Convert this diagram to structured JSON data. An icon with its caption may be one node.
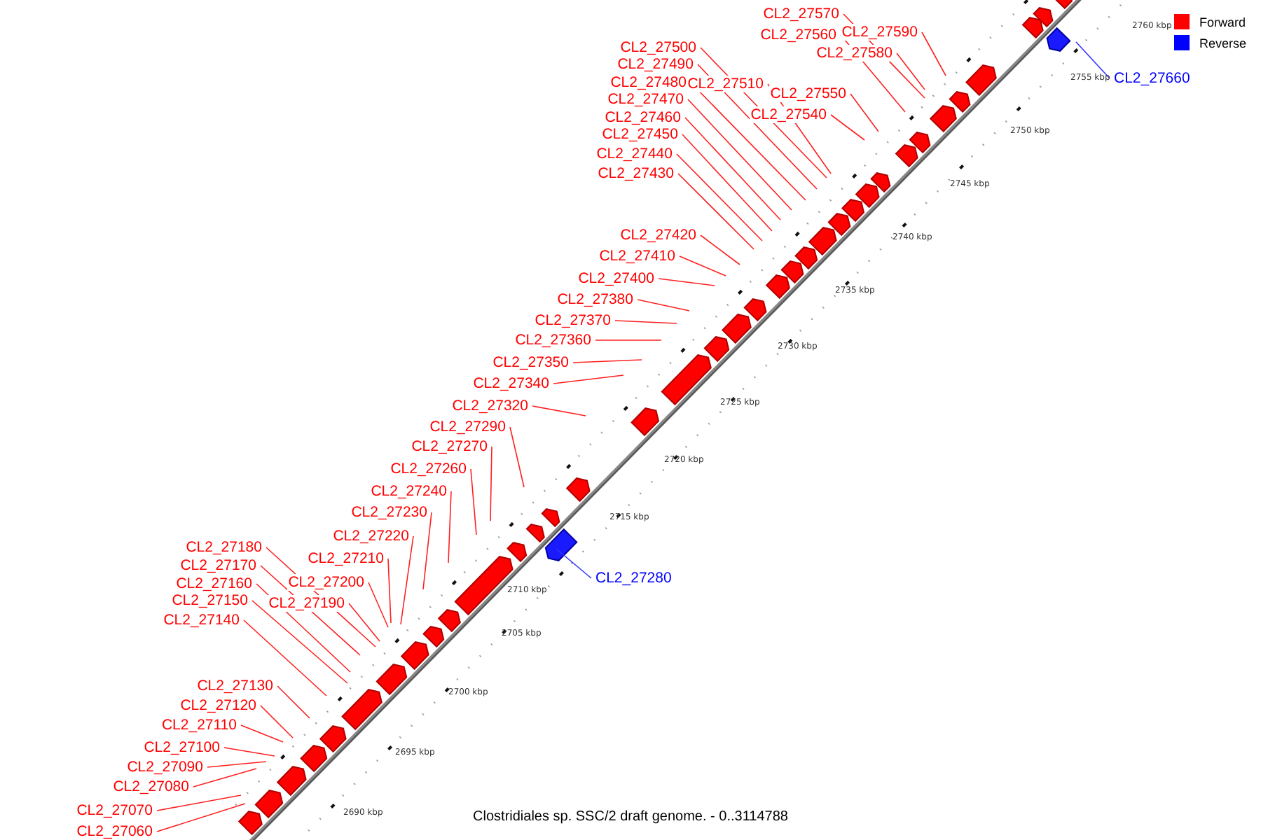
{
  "diagram": {
    "caption": "Clostridiales sp. SSC/2 draft genome. - 0..3114788",
    "nodes": [
      {
        "text": [
          "CL2_27060"
        ]
      },
      {
        "text": [
          "CL2_27070"
        ]
      },
      {
        "text": [
          "CL2_27080"
        ]
      },
      {
        "text": [
          "CL2_27090"
        ]
      },
      {
        "text": [
          "CL2_27100"
        ]
      },
      {
        "text": [
          "CL2_27110"
        ]
      },
      {
        "text": [
          "CL2_27120"
        ]
      },
      {
        "text": [
          "CL2_27130"
        ]
      },
      {
        "text": [
          "CL2_27140"
        ]
      },
      {
        "text": [
          "CL2_27150"
        ]
      },
      {
        "text": [
          "CL2_27160"
        ]
      },
      {
        "text": [
          "CL2_27170"
        ]
      },
      {
        "text": [
          "CL2_27180"
        ]
      },
      {
        "text": [
          "CL2_27190"
        ]
      },
      {
        "text": [
          "CL2_27200"
        ]
      },
      {
        "text": [
          "CL2_27210"
        ]
      },
      {
        "text": [
          "CL2_27220"
        ]
      },
      {
        "text": [
          "CL2_27230"
        ]
      },
      {
        "text": [
          "CL2_27240"
        ]
      },
      {
        "text": [
          "CL2_27260"
        ]
      },
      {
        "text": [
          "CL2_27270"
        ]
      },
      {
        "text": [
          "CL2_27280"
        ]
      },
      {
        "text": [
          "CL2_27290"
        ]
      },
      {
        "text": [
          "CL2_27320"
        ]
      },
      {
        "text": [
          "CL2_27340"
        ]
      },
      {
        "text": [
          "CL2_27350"
        ]
      },
      {
        "text": [
          "CL2_27360"
        ]
      },
      {
        "text": [
          "CL2_27370"
        ]
      },
      {
        "text": [
          "CL2_27380"
        ]
      },
      {
        "text": [
          "CL2_27400"
        ]
      },
      {
        "text": [
          "CL2_27410"
        ]
      },
      {
        "text": [
          "CL2_27420"
        ]
      },
      {
        "text": [
          "CL2_27430"
        ]
      },
      {
        "text": [
          "CL2_27440"
        ]
      },
      {
        "text": [
          "CL2_27450"
        ]
      },
      {
        "text": [
          "CL2_27460"
        ]
      },
      {
        "text": [
          "CL2_27470"
        ]
      },
      {
        "text": [
          "CL2_27480"
        ]
      },
      {
        "text": [
          "CL2_27490"
        ]
      },
      {
        "text": [
          "CL2_27500"
        ]
      },
      {
        "text": [
          "CL2_27510"
        ]
      },
      {
        "text": [
          "CL2_27540"
        ]
      },
      {
        "text": [
          "CL2_27550"
        ]
      },
      {
        "text": [
          "CL2_27560"
        ]
      },
      {
        "text": [
          "CL2_27570"
        ]
      },
      {
        "text": [
          "CL2_27580"
        ]
      },
      {
        "text": [
          "CL2_27590"
        ]
      },
      {
        "text": [
          "CL2_27660"
        ]
      }
    ],
    "edges": [
      {
        "from": 0,
        "to": null,
        "arrow": "none"
      },
      {
        "from": 1,
        "to": null,
        "arrow": "none"
      },
      {
        "from": 2,
        "to": null,
        "arrow": "none"
      },
      {
        "from": 3,
        "to": null,
        "arrow": "none"
      },
      {
        "from": 4,
        "to": null,
        "arrow": "none"
      },
      {
        "from": 5,
        "to": null,
        "arrow": "none"
      },
      {
        "from": 6,
        "to": null,
        "arrow": "none"
      },
      {
        "from": 7,
        "to": null,
        "arrow": "none"
      },
      {
        "from": 8,
        "to": null,
        "arrow": "none"
      },
      {
        "from": 9,
        "to": null,
        "arrow": "none"
      },
      {
        "from": 10,
        "to": null,
        "arrow": "none"
      },
      {
        "from": 11,
        "to": null,
        "arrow": "none"
      },
      {
        "from": 12,
        "to": null,
        "arrow": "none"
      },
      {
        "from": 13,
        "to": null,
        "arrow": "none"
      },
      {
        "from": 14,
        "to": null,
        "arrow": "none"
      },
      {
        "from": 15,
        "to": null,
        "arrow": "none"
      },
      {
        "from": 16,
        "to": null,
        "arrow": "none"
      },
      {
        "from": 17,
        "to": null,
        "arrow": "none"
      },
      {
        "from": 18,
        "to": null,
        "arrow": "none"
      },
      {
        "from": 19,
        "to": null,
        "arrow": "none"
      },
      {
        "from": 20,
        "to": null,
        "arrow": "none"
      },
      {
        "from": 21,
        "to": null,
        "arrow": "none",
        "color": "#3333ff"
      },
      {
        "from": 22,
        "to": null,
        "arrow": "none"
      },
      {
        "from": 23,
        "to": null,
        "arrow": "none"
      },
      {
        "from": 24,
        "to": null,
        "arrow": "none"
      },
      {
        "from": 25,
        "to": null,
        "arrow": "none"
      },
      {
        "from": 26,
        "to": null,
        "arrow": "none"
      },
      {
        "from": 27,
        "to": null,
        "arrow": "none"
      },
      {
        "from": 28,
        "to": null,
        "arrow": "none"
      },
      {
        "from": 29,
        "to": null,
        "arrow": "none"
      },
      {
        "from": 30,
        "to": null,
        "arrow": "none"
      },
      {
        "from": 31,
        "to": null,
        "arrow": "none"
      },
      {
        "from": 32,
        "to": null,
        "arrow": "none"
      },
      {
        "from": 33,
        "to": null,
        "arrow": "none"
      },
      {
        "from": 34,
        "to": null,
        "arrow": "none"
      },
      {
        "from": 35,
        "to": null,
        "arrow": "none"
      },
      {
        "from": 36,
        "to": null,
        "arrow": "none"
      },
      {
        "from": 37,
        "to": null,
        "arrow": "none"
      },
      {
        "from": 38,
        "to": null,
        "arrow": "none"
      },
      {
        "from": 39,
        "to": null,
        "arrow": "none"
      },
      {
        "from": 40,
        "to": null,
        "arrow": "none"
      },
      {
        "from": 41,
        "to": null,
        "arrow": "none"
      },
      {
        "from": 42,
        "to": null,
        "arrow": "none"
      },
      {
        "from": 43,
        "to": null,
        "arrow": "none"
      },
      {
        "from": 44,
        "to": null,
        "arrow": "none"
      },
      {
        "from": 45,
        "to": null,
        "arrow": "none"
      },
      {
        "from": 46,
        "to": null,
        "arrow": "none"
      },
      {
        "from": 47,
        "to": null,
        "arrow": "none",
        "color": "#3333ff"
      }
    ],
    "labels": [
      "2690 kbp",
      "2695 kbp",
      "2700 kbp",
      "2705 kbp",
      "2710 kbp",
      "2715 kbp",
      "2720 kbp",
      "2725 kbp",
      "2730 kbp",
      "2735 kbp",
      "2740 kbp",
      "2745 kbp",
      "2750 kbp",
      "2755 kbp",
      "2760 kbp"
    ],
    "legend": [
      {
        "text": "Forward",
        "color": "#ff0000"
      },
      {
        "text": "Reverse",
        "color": "#0000ff"
      }
    ]
  }
}
